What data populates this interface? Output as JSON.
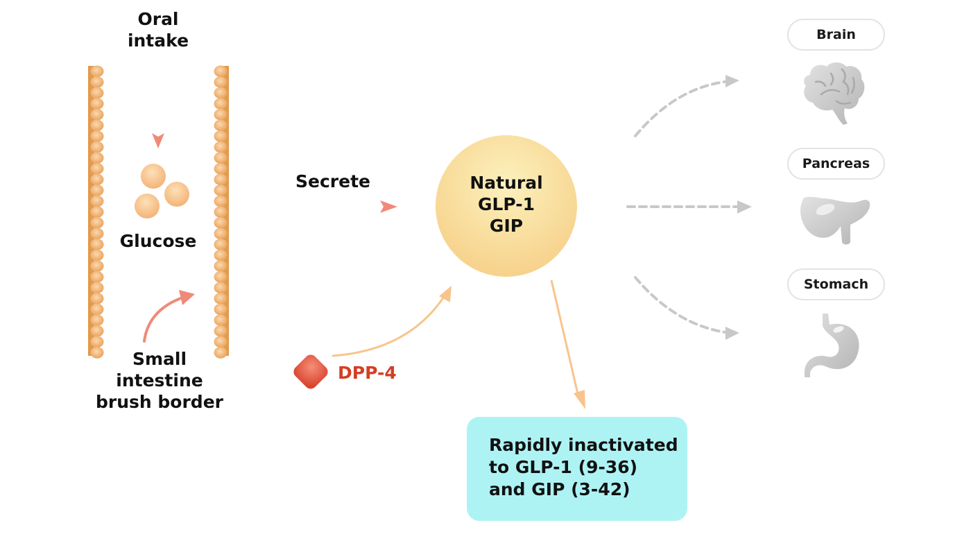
{
  "labels": {
    "oral_intake": [
      "Oral",
      "intake"
    ],
    "glucose": "Glucose",
    "small_intestine": [
      "Small",
      "intestine",
      "brush border"
    ],
    "secrete": "Secrete",
    "hormone": [
      "Natural",
      "GLP-1",
      "GIP"
    ],
    "enzyme": "DPP-4",
    "inactivated": [
      "Rapidly inactivated",
      "to GLP-1 (9-36)",
      "and GIP (3-42)"
    ]
  },
  "targets": [
    {
      "name": "Brain",
      "icon": "brain-icon"
    },
    {
      "name": "Pancreas",
      "icon": "pancreas-icon"
    },
    {
      "name": "Stomach",
      "icon": "stomach-icon"
    }
  ],
  "colors": {
    "intestine_wall": "#e29a4c",
    "intestine_bump": "#f7c38f",
    "glucose": "#f6bf85",
    "arrow_red": "#f08a78",
    "arrow_orange": "#f8c48c",
    "hormone_circle_center": "#fbeeb4",
    "hormone_circle_edge": "#f6cf86",
    "enzyme": "#de4b35",
    "enzyme_text": "#d43e23",
    "dashed_arrow": "#c8c8c8",
    "organ": "#c4c4c4",
    "inactivated_box": "#aef3f4"
  }
}
